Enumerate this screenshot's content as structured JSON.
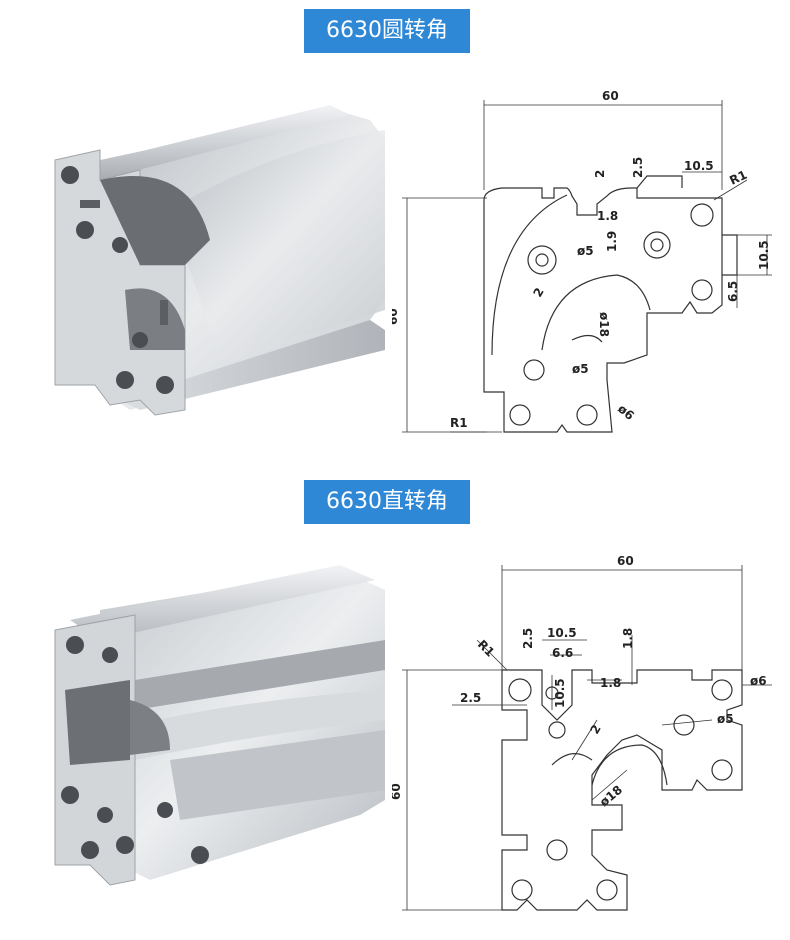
{
  "sections": [
    {
      "title": "6630圆转角",
      "dimensions": {
        "overall_width": "60",
        "overall_height": "60",
        "notch_depth": "2",
        "slot_depth": "2.5",
        "slot_width": "10.5",
        "corner_radius": "R1",
        "wall": "1.8",
        "web": "1.9",
        "hole_small": "ø5",
        "wall_thickness": "2",
        "center_bore": "ø18",
        "slot_height": "10.5",
        "slot_offset": "6.5",
        "hole_center": "ø5",
        "hole_large": "ø6",
        "corner_radius_bottom": "R1"
      }
    },
    {
      "title": "6630直转角",
      "dimensions": {
        "overall_width": "60",
        "overall_height": "60",
        "corner_radius": "R1",
        "slot_depth": "2.5",
        "slot_width": "10.5",
        "inner_width": "6.6",
        "wall_top": "1.8",
        "side_depth": "2.5",
        "slot_height": "10.5",
        "wall_inner": "1.8",
        "hole_large": "ø6",
        "hole_small": "ø5",
        "wall_thickness": "2",
        "center_bore": "ø18"
      }
    }
  ]
}
